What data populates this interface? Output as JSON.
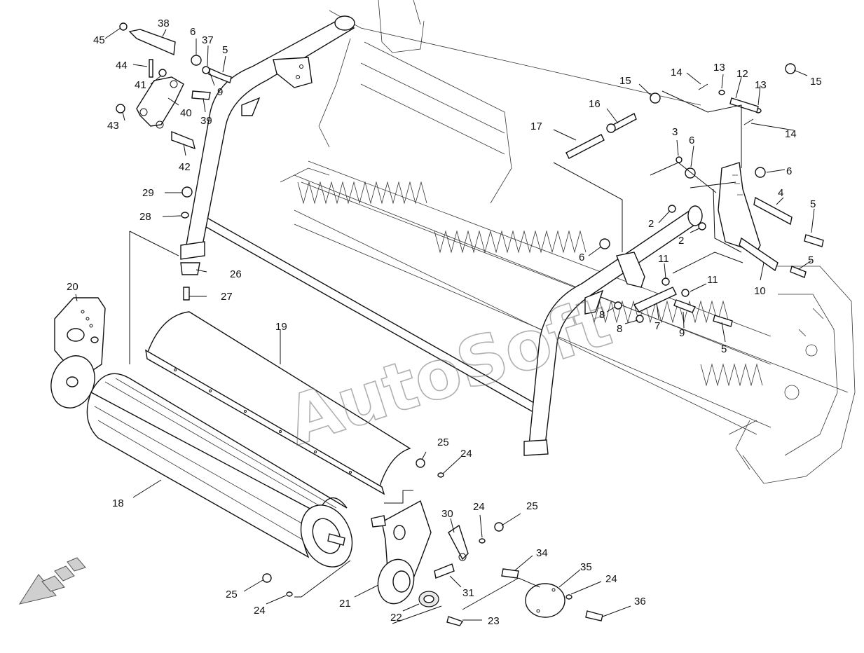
{
  "watermark": "AutoSoft",
  "callouts": {
    "c45": "45",
    "c38": "38",
    "c6a": "6",
    "c37": "37",
    "c5a": "5",
    "c44": "44",
    "c41": "41",
    "c9a": "9",
    "c40": "40",
    "c39": "39",
    "c43": "43",
    "c42": "42",
    "c29": "29",
    "c28": "28",
    "c26": "26",
    "c27": "27",
    "c20": "20",
    "c19": "19",
    "c18": "18",
    "c25a": "25",
    "c24a": "24",
    "c30": "30",
    "c24b": "24",
    "c25b": "25",
    "c34": "34",
    "c31": "31",
    "c35": "35",
    "c24c": "24",
    "c36": "36",
    "c25c": "25",
    "c24d": "24",
    "c21": "21",
    "c22": "22",
    "c23": "23",
    "c14a": "14",
    "c13a": "13",
    "c12": "12",
    "c13b": "13",
    "c15a": "15",
    "c15b": "15",
    "c16": "16",
    "c14b": "14",
    "c17": "17",
    "c3": "3",
    "c6b": "6",
    "c6c": "6",
    "c4": "4",
    "c5b": "5",
    "c2a": "2",
    "c2b": "2",
    "c6d": "6",
    "c11a": "11",
    "c11b": "11",
    "c5c": "5",
    "c10": "10",
    "c8a": "8",
    "c8b": "8",
    "c7": "7",
    "c9b": "9",
    "c5d": "5"
  }
}
